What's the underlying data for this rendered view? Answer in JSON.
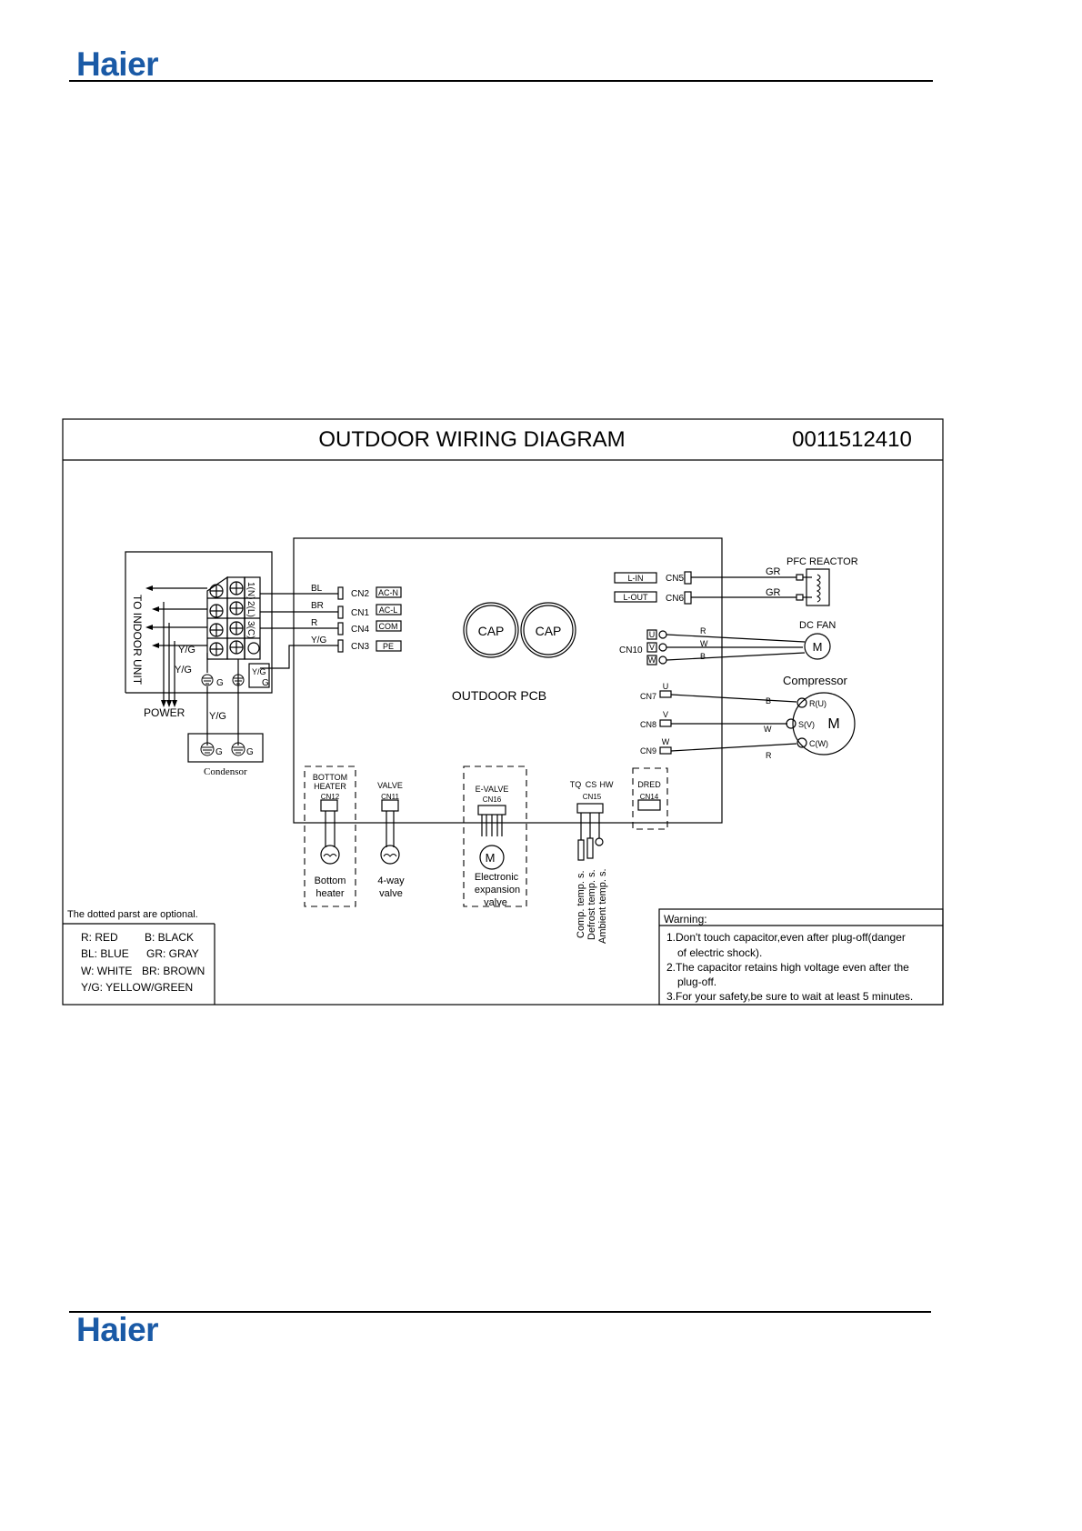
{
  "brand": {
    "logo_text": "Haier",
    "color": "#1a5aa6"
  },
  "title": "OUTDOOR WIRING DIAGRAM",
  "doc_number": "0011512410",
  "terminal": {
    "to_indoor_unit": "TO INDOOR UNIT",
    "labels": [
      "1(N)",
      "2(L)",
      "3(C)"
    ],
    "yg_a": "Y/G",
    "yg_b": "Y/G",
    "yg_c": "Y/G",
    "yg_d": "Y/G",
    "g_a": "G",
    "g_b": "G",
    "power": "POWER"
  },
  "condensor": {
    "label": "Condensor",
    "g1": "G",
    "g2": "G"
  },
  "wires": {
    "bl": "BL",
    "br": "BR",
    "r": "R",
    "yg": "Y/G"
  },
  "pcb": {
    "label": "OUTDOOR PCB",
    "cap1": "CAP",
    "cap2": "CAP",
    "connectors": [
      {
        "cn": "CN2",
        "tag": "AC-N"
      },
      {
        "cn": "CN1",
        "tag": "AC-L"
      },
      {
        "cn": "CN4",
        "tag": "COM"
      },
      {
        "cn": "CN3",
        "tag": "PE"
      }
    ],
    "lin": "L-IN",
    "lout": "L-OUT",
    "cn5": "CN5",
    "cn6": "CN6",
    "cn10": "CN10",
    "u": "U",
    "v": "V",
    "w": "W",
    "cn7": "CN7",
    "cn8": "CN8",
    "cn9": "CN9"
  },
  "pfc": {
    "label": "PFC REACTOR",
    "gr1": "GR",
    "gr2": "GR"
  },
  "dc_fan": {
    "label": "DC FAN",
    "m": "M",
    "r": "R",
    "w": "W",
    "b": "B"
  },
  "compressor": {
    "label": "Compressor",
    "m": "M",
    "ru": "R(U)",
    "sv": "S(V)",
    "cw": "C(W)",
    "b": "B",
    "w": "W",
    "r": "R"
  },
  "bottom": {
    "heater_box1": "BOTTOM",
    "heater_box2": "HEATER",
    "cn12": "CN12",
    "heater_l1": "Bottom",
    "heater_l2": "heater",
    "valve_box": "VALVE",
    "cn11": "CN11",
    "valve_l1": "4-way",
    "valve_l2": "valve",
    "evalve_box": "E-VALVE",
    "cn16": "CN16",
    "evalve_l1": "Electronic",
    "evalve_l2": "expansion",
    "evalve_l3": "valve",
    "tq": "TQ",
    "cs": "CS",
    "hw": "HW",
    "cn15": "CN15",
    "comp_temp": "Comp. temp. s.",
    "defrost_temp": "Defrost temp. s.",
    "ambient_temp": "Ambient temp. s.",
    "dred": "DRED",
    "cn14": "CN14",
    "evalve_m": "M"
  },
  "optional_note": "The dotted parst are optional.",
  "legend": [
    "R: RED",
    "B: BLACK",
    "BL: BLUE",
    "GR: GRAY",
    "W: WHITE",
    "BR: BROWN",
    "Y/G: YELLOW/GREEN"
  ],
  "warning": {
    "title": "Warning:",
    "lines": [
      "1.Don't touch capacitor,even after plug-off(danger",
      "of electric shock).",
      "2.The capacitor retains high voltage even after the",
      "plug-off.",
      "3.For your safety,be sure to wait at least 5 minutes."
    ]
  }
}
